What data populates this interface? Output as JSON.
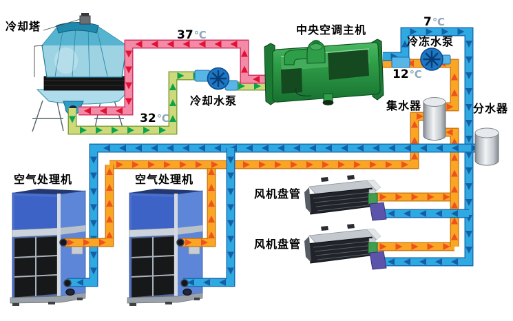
{
  "labels": {
    "cooling_tower": "冷却塔",
    "central_chiller": "中央空调主机",
    "cooling_water_pump": "冷却水泵",
    "chilled_water_pump": "冷冻水泵",
    "water_collector": "集水器",
    "water_distributor": "分水器",
    "air_handler_1": "空气处理机",
    "air_handler_2": "空气处理机",
    "fan_coil_1": "风机盘管",
    "fan_coil_2": "风机盘管"
  },
  "temperatures": {
    "condenser_supply": {
      "value": "37",
      "unit": "℃"
    },
    "condenser_return": {
      "value": "32",
      "unit": "℃"
    },
    "chilled_supply": {
      "value": "7",
      "unit": "℃"
    },
    "chilled_return": {
      "value": "12",
      "unit": "℃"
    }
  },
  "pipes": {
    "condenser_supply_37": {
      "color": "#f48ba6",
      "border": "#cf3568",
      "arrow": "#e01232"
    },
    "condenser_return_32": {
      "color": "#cdd97b",
      "border": "#83a03c",
      "arrow": "#0aa44d"
    },
    "chilled_supply_7": {
      "color": "#2fa9e1",
      "border": "#1a6fb4",
      "arrow": "#1560a4"
    },
    "chilled_return_12": {
      "color": "#faa524",
      "border": "#cf7c14",
      "arrow": "#ee531e"
    }
  }
}
